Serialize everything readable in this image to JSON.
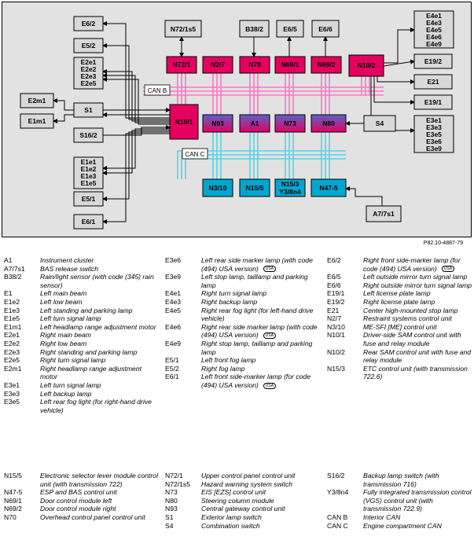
{
  "figure_id": "P82.10-4887-79",
  "colors": {
    "background": "#e2e2e2",
    "frame": "#000000",
    "sam_module": "#e5005f",
    "cyan_module": "#00a6cf",
    "gateway_module_top": "#5a63c8",
    "gateway_module_bottom": "#e5005f",
    "grey_component": "#d9d9d9",
    "can_b_line": "#ff74c6",
    "can_c_line": "#4fd6e8"
  },
  "components": {
    "e6_2": "E6/2",
    "e5_2": "E5/2",
    "e2_group": [
      "E2e1",
      "E2e2",
      "E2e3",
      "E2e5"
    ],
    "e2m1": "E2m1",
    "e1m1": "E1m1",
    "s1": "S1",
    "s16_2": "S16/2",
    "e1_group": [
      "E1e1",
      "E1e2",
      "E1e3",
      "E1e5"
    ],
    "e5_1": "E5/1",
    "e6_1": "E6/1",
    "n72_1s5": "N72/1s5",
    "b38_2": "B38/2",
    "e6_5": "E6/5",
    "e6_6": "E6/6",
    "e4_group": [
      "E4e1",
      "E4e3",
      "E4e5",
      "E4e6",
      "E4e9"
    ],
    "e19_2": "E19/2",
    "e21": "E21",
    "e19_1": "E19/1",
    "e3_group": [
      "E3e1",
      "E3e3",
      "E3e5",
      "E3e6",
      "E3e9"
    ],
    "s4": "S4",
    "a7_7s1": "A7/7s1"
  },
  "modules": {
    "n72_1": "N72/1",
    "n2_7": "N2/7",
    "n70": "N70",
    "n69_1": "N69/1",
    "n69_2": "N69/2",
    "n10_2": "N10/2",
    "n10_1": "N10/1",
    "n93": "N93",
    "a1": "A1",
    "n73": "N73",
    "n80": "N80",
    "n3_10": "N3/10",
    "n15_5": "N15/5",
    "n15_3": "N15/3",
    "y3_8n4": "Y3/8n4",
    "n47_5": "N47-5"
  },
  "buses": {
    "can_b": "CAN B",
    "can_c": "CAN C"
  },
  "legend": {
    "usa_badge": "USA",
    "col1": [
      {
        "code": "A1",
        "desc": "Instrument cluster"
      },
      {
        "code": "A7/7s1",
        "desc": "BAS release switch"
      },
      {
        "code": "B38/2",
        "desc": "Rain/light sensor (with code (345) rain sensor)"
      },
      {
        "code": "E1",
        "desc": "Left main beam"
      },
      {
        "code": "E1e2",
        "desc": "Left low beam"
      },
      {
        "code": "E1e3",
        "desc": "Left standing and parking lamp"
      },
      {
        "code": "E1e5",
        "desc": "Left turn signal lamp"
      },
      {
        "code": "E1m1",
        "desc": "Left headlamp range adjustment motor"
      },
      {
        "code": "E2e1",
        "desc": "Right main beam"
      },
      {
        "code": "E2e2",
        "desc": "Right low beam"
      },
      {
        "code": "E2e3",
        "desc": "Right standing and parking lamp"
      },
      {
        "code": "E2e5",
        "desc": "Right turn signal lamp"
      },
      {
        "code": "E2m1",
        "desc": "Right headlamp range adjustment motor"
      },
      {
        "code": "E3e1",
        "desc": "Left turn signal lamp"
      },
      {
        "code": "E3e3",
        "desc": "Left backup lamp"
      },
      {
        "code": "E3e5",
        "desc": "Left rear fog light (for right-hand drive vehicle)"
      }
    ],
    "col2": [
      {
        "code": "E3e6",
        "desc": "Left rear side marker lamp (with code (494) USA version)",
        "usa": true
      },
      {
        "code": "E3e9",
        "desc": "Left stop lamp, taillamp and parking lamp"
      },
      {
        "code": "E4e1",
        "desc": "Right turn signal lamp"
      },
      {
        "code": "E4e3",
        "desc": "Right backup lamp"
      },
      {
        "code": "E4e5",
        "desc": "Right rear fog light (for left-hand drive vehicle)"
      },
      {
        "code": "E4e6",
        "desc": "Right rear side marker lamp (with code (494) USA version)",
        "usa": true
      },
      {
        "code": "E4e9",
        "desc": "Right stop lamp, taillamp and parking lamp"
      },
      {
        "code": "E5/1",
        "desc": "Left front fog lamp"
      },
      {
        "code": "E5/2",
        "desc": "Right fog lamp"
      },
      {
        "code": "E6/1",
        "desc": "Left front side-marker lamp (for code (494) USA version)",
        "usa": true
      }
    ],
    "col3": [
      {
        "code": "E6/2",
        "desc": "Right front side-marker lamp (for code (494) USA version)",
        "usa": true
      },
      {
        "code": "E6/5",
        "desc": "Left outside mirror turn signal lamp"
      },
      {
        "code": "E6/6",
        "desc": "Right outside mirror turn signal lamp"
      },
      {
        "code": "E19/1",
        "desc": "Left license plate lamp"
      },
      {
        "code": "E19/2",
        "desc": "Right license plate lamp"
      },
      {
        "code": "E21",
        "desc": "Center high-mounted stop lamp"
      },
      {
        "code": "N2/7",
        "desc": "Restraint systems control unit"
      },
      {
        "code": "N3/10",
        "desc": "ME-SFI [ME] control unit"
      },
      {
        "code": "N10/1",
        "desc": "Driver-side SAM control unit with fuse and relay module"
      },
      {
        "code": "N10/2",
        "desc": "Rear SAM control unit with fuse and relay module"
      },
      {
        "code": "N15/3",
        "desc": "ETC control unit (with transmission 722.6)"
      }
    ],
    "col4": [
      {
        "code": "N15/5",
        "desc": "Electronic selector lever module control unit (with transmission 722)"
      },
      {
        "code": "N47-5",
        "desc": "ESP and BAS control unit"
      },
      {
        "code": "N69/1",
        "desc": "Door control module left"
      },
      {
        "code": "N69/2",
        "desc": "Door control module right"
      },
      {
        "code": "N70",
        "desc": "Overhead control panel control unit"
      }
    ],
    "col5": [
      {
        "code": "N72/1",
        "desc": "Upper control panel control unit"
      },
      {
        "code": "N72/1s5",
        "desc": "Hazard warning system switch"
      },
      {
        "code": "N73",
        "desc": "EIS [EZS] control unit"
      },
      {
        "code": "N80",
        "desc": "Steering column module"
      },
      {
        "code": "N93",
        "desc": "Central gateway control unit"
      },
      {
        "code": "S1",
        "desc": "Exterior lamp switch"
      },
      {
        "code": "S4",
        "desc": "Combination switch"
      }
    ],
    "col6": [
      {
        "code": "S16/2",
        "desc": "Backup lamp switch (with transmission 716)"
      },
      {
        "code": "Y3/8n4",
        "desc": "Fully integrated transmission control (VGS) control unit (with transmission 722.9)"
      },
      {
        "code": "CAN B",
        "desc": "Interior CAN"
      },
      {
        "code": "CAN C",
        "desc": "Engine compartment CAN"
      }
    ]
  }
}
